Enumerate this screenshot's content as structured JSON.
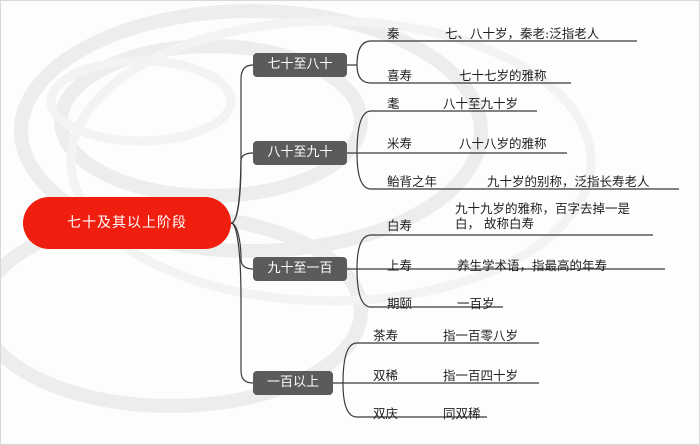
{
  "root": {
    "label": "七十及其以上阶段"
  },
  "branches": [
    {
      "label": "七十至八十",
      "leaves": [
        {
          "term": "秦",
          "desc": "七、八十岁，秦老:泛指老人"
        },
        {
          "term": "喜寿",
          "desc": "七十七岁的雅称"
        }
      ]
    },
    {
      "label": "八十至九十",
      "leaves": [
        {
          "term": "耄",
          "desc": "八十至九十岁"
        },
        {
          "term": "米寿",
          "desc": "八十八岁的雅称"
        },
        {
          "term": "鲐背之年",
          "desc": "九十岁的别称，泛指长寿老人"
        }
      ]
    },
    {
      "label": "九十至一百",
      "leaves": [
        {
          "term": "白寿",
          "desc": "九十九岁的雅称，百字去掉一是白， 故称白寿"
        },
        {
          "term": "上寿",
          "desc": "养生学术语，指最高的年寿"
        },
        {
          "term": "期颐",
          "desc": "一百岁"
        }
      ]
    },
    {
      "label": "一百以上",
      "leaves": [
        {
          "term": "茶寿",
          "desc": "指一百零八岁"
        },
        {
          "term": "双稀",
          "desc": "指一百四十岁"
        },
        {
          "term": "双庆",
          "desc": "同双稀"
        }
      ]
    }
  ]
}
